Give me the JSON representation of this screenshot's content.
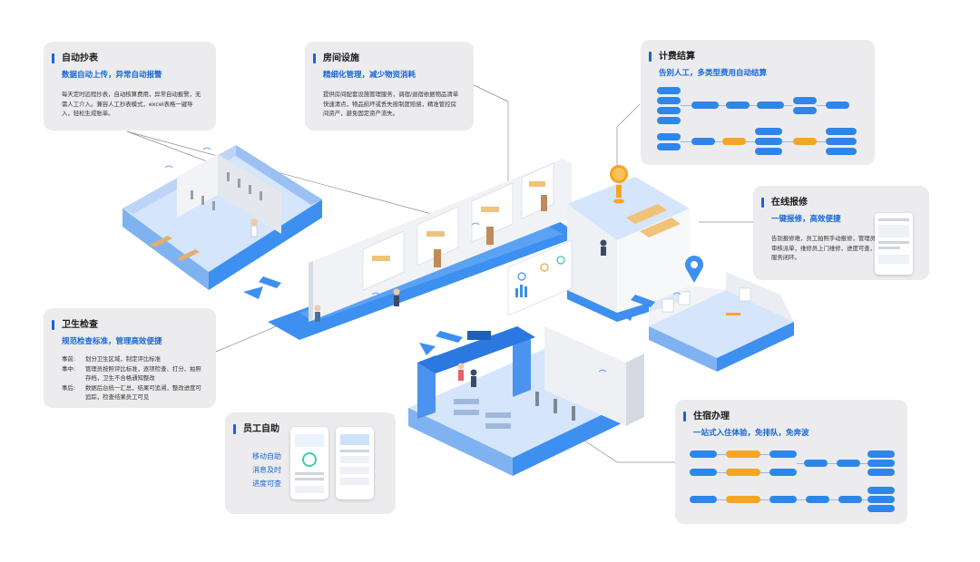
{
  "cards": {
    "meter": {
      "title": "自动抄表",
      "subtitle": "数据自动上传，异常自动报警",
      "desc": "每天定时远程抄表，自动核算费用，异常自动报警，无需人工介入。兼容人工抄表模式，excel表格一键导入，轻松生成账单。"
    },
    "room": {
      "title": "房间设施",
      "subtitle": "精细化管理，减少物资消耗",
      "desc": "提供房间配套设施管理服务，调宿/退宿依据物品清单快速清点，物品损坏或丢失按制度赔偿，精准管控房间资产，避免固定资产流失。"
    },
    "billing": {
      "title": "计费结算",
      "subtitle": "告别人工，多类型费用自动结算"
    },
    "repair": {
      "title": "在线报修",
      "subtitle": "一键报修，高效便捷",
      "desc": "告别报修难，员工拍照手动报修，管理员审核派单，维修员上门维修，进度可查，服务闭环。"
    },
    "hygiene": {
      "title": "卫生检查",
      "subtitle": "规范检查标准，管理高效便捷",
      "lines": [
        {
          "k": "事前:",
          "v": "划分卫生区域，制定评比标准"
        },
        {
          "k": "事中:",
          "v": "管理员按照评比标准，逐项检查、打分、拍照存档，卫生不合格通知整改"
        },
        {
          "k": "事后:",
          "v": "数据后台统一汇总，结果可追溯，整改进度可追踪，检查结果员工可见"
        }
      ]
    },
    "staff": {
      "title": "员工自助",
      "features": [
        "移动自助",
        "消息及时",
        "进度可查"
      ]
    },
    "checkin": {
      "title": "住宿办理",
      "subtitle": "一站式入住体验，免排队，免奔波"
    }
  },
  "colors": {
    "accent": "#1766d6",
    "pill_blue": "#2f86ea",
    "pill_yellow": "#f5a524",
    "floor": "#dce9fb",
    "wall": "#eef0f4",
    "water": "#3d8ff0"
  }
}
